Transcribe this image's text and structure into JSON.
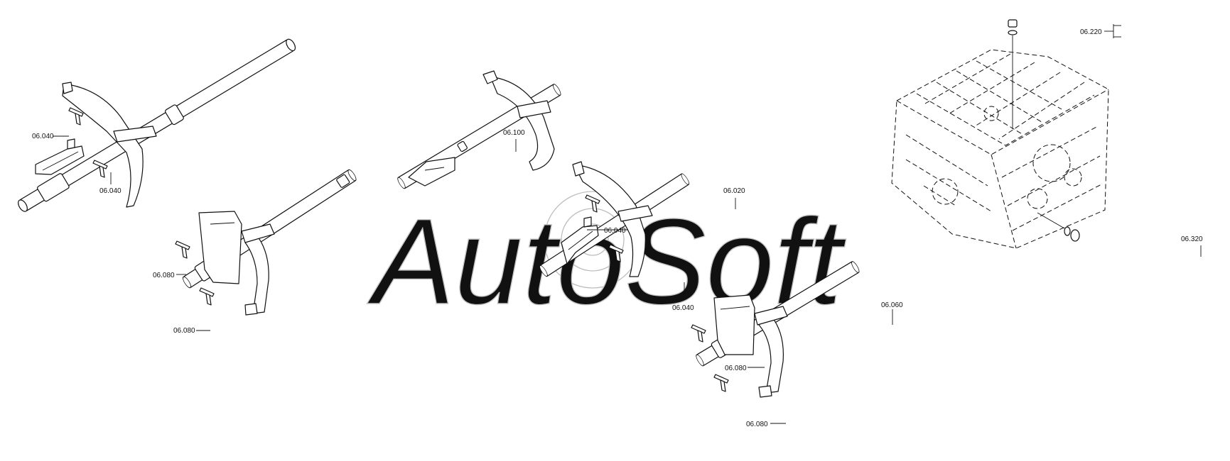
{
  "watermark": {
    "text": "AutoSoft"
  },
  "callouts": [
    {
      "id": "c1",
      "text": "06.040"
    },
    {
      "id": "c2",
      "text": "06.040"
    },
    {
      "id": "c3",
      "text": "06.080"
    },
    {
      "id": "c4",
      "text": "06.080"
    },
    {
      "id": "c5",
      "text": "06.100"
    },
    {
      "id": "c6",
      "text": "06.020"
    },
    {
      "id": "c7",
      "text": "06.040"
    },
    {
      "id": "c8",
      "text": "06.040"
    },
    {
      "id": "c9",
      "text": "06.060"
    },
    {
      "id": "c10",
      "text": "06.080"
    },
    {
      "id": "c11",
      "text": "06.080"
    },
    {
      "id": "c12",
      "text": "06.220"
    },
    {
      "id": "c13",
      "text": "06.320"
    }
  ]
}
